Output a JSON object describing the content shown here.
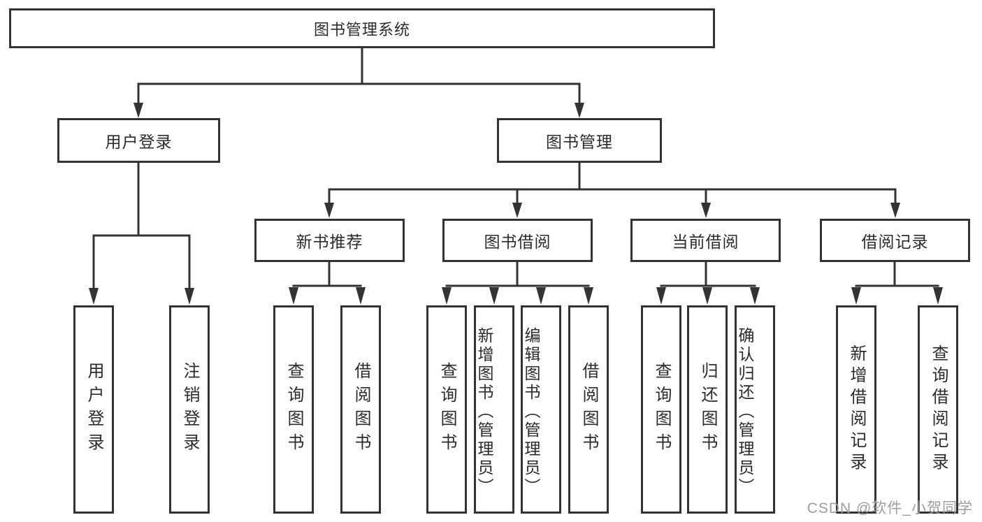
{
  "diagram": {
    "root": "图书管理系统",
    "level2": {
      "user_login": "用户登录",
      "book_mgmt": "图书管理"
    },
    "level3": {
      "new_books": "新书推荐",
      "borrowing": "图书借阅",
      "current": "当前借阅",
      "records": "借阅记录"
    },
    "leaves": {
      "user_login": "用户登录",
      "logout": "注销登录",
      "nb_query": "查询图书",
      "nb_borrow": "借阅图书",
      "bw_query": "查询图书",
      "bw_add": "新增图书（管理员）",
      "bw_edit": "编辑图书（管理员）",
      "bw_borrow": "借阅图书",
      "cu_query": "查询图书",
      "cu_return": "归还图书",
      "cu_confirm": "确认归还（管理员）",
      "rc_add": "新增借阅记录",
      "rc_query": "查询借阅记录"
    }
  },
  "watermark": "CSDN @软件_小贺同学",
  "colors": {
    "line": "#333333",
    "text": "#2b2b2b",
    "watermark": "#9e9e9e",
    "background": "#ffffff"
  }
}
